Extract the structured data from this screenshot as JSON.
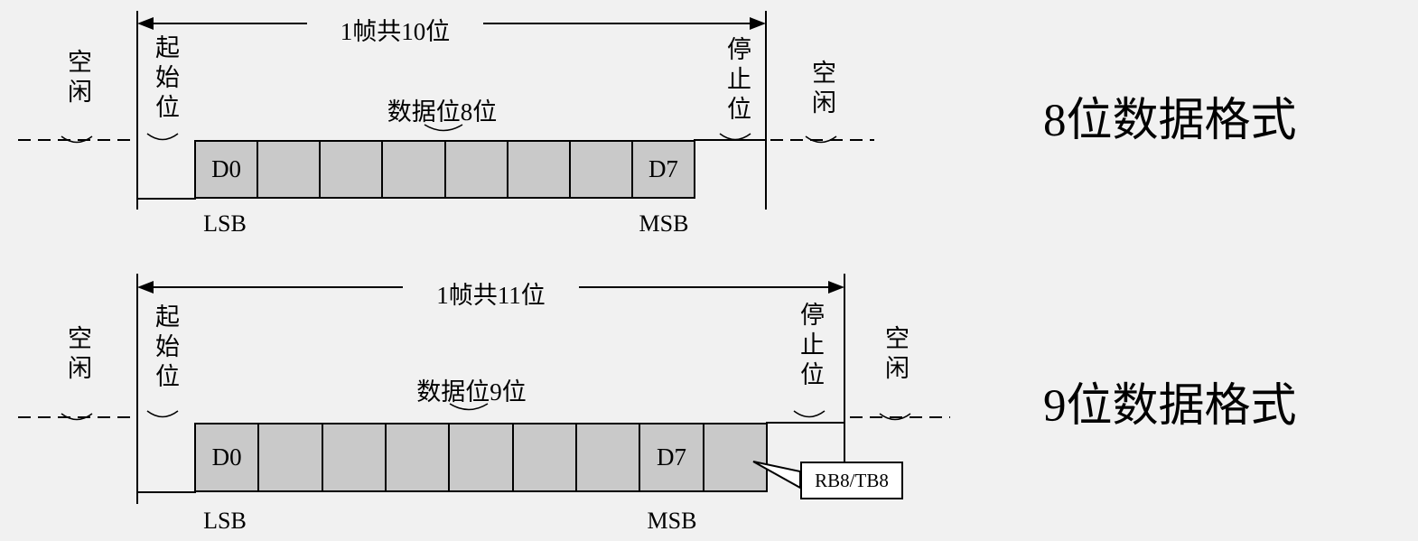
{
  "colors": {
    "background": "#f1f1f1",
    "cell_fill": "#c9c9c9",
    "line": "#000000",
    "callout_bg": "#ffffff"
  },
  "diagrams": [
    {
      "frame_label": "1帧共10位",
      "idle_left": "空闲",
      "start_label": "起始位",
      "data_label": "数据位8位",
      "stop_label": "停止位",
      "idle_right": "空闲",
      "cells": [
        "D0",
        "",
        "",
        "",
        "",
        "",
        "",
        "D7"
      ],
      "lsb": "LSB",
      "msb": "MSB",
      "title": "8位数据格式"
    },
    {
      "frame_label": "1帧共11位",
      "idle_left": "空闲",
      "start_label": "起始位",
      "data_label": "数据位9位",
      "stop_label": "停止位",
      "idle_right": "空闲",
      "cells": [
        "D0",
        "",
        "",
        "",
        "",
        "",
        "",
        "D7",
        ""
      ],
      "callout": "RB8/TB8",
      "lsb": "LSB",
      "msb": "MSB",
      "title": "9位数据格式"
    }
  ]
}
